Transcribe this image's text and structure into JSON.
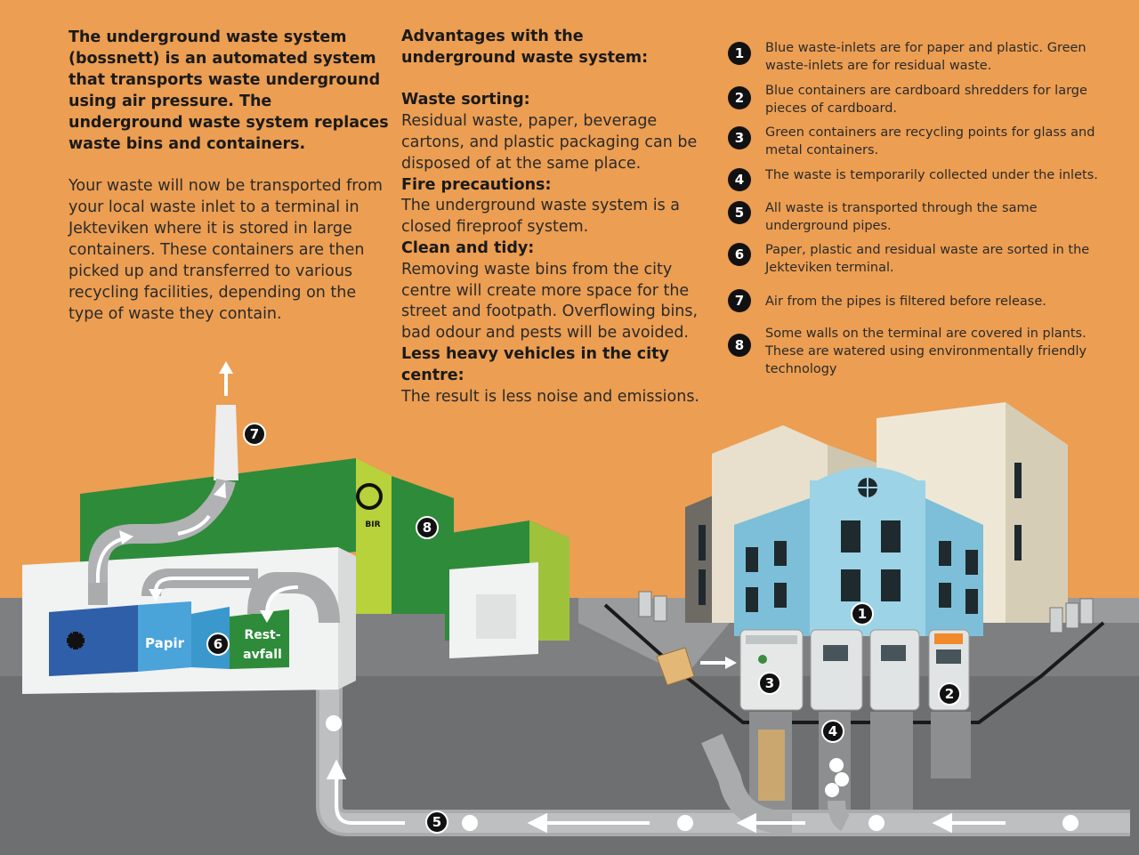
{
  "intro": {
    "heading": "The underground waste system (bossnett) is an automated system that transports waste underground using air pressure. The underground waste system replaces waste bins and containers.",
    "body": "Your waste will now be transported from your local waste inlet to a terminal in Jekteviken where it is stored in large containers. These containers are then picked up and transferred to various recycling facilities, depending on the type of waste they contain."
  },
  "advantages": {
    "title_line1": "Advantages with the",
    "title_line2": "underground waste system:",
    "sections": [
      {
        "heading": "Waste sorting:",
        "text": "Residual waste, paper, beverage cartons, and plastic packaging can be disposed of at the same place."
      },
      {
        "heading": "Fire precautions:",
        "text": "The underground waste system is a closed fireproof system."
      },
      {
        "heading": "Clean and tidy:",
        "text": "Removing waste bins from the city centre will create more space for the street and footpath. Overflowing bins, bad odour and pests will be avoided."
      },
      {
        "heading": "Less heavy vehicles in the city centre:",
        "text": "The result is less noise and emissions."
      }
    ]
  },
  "legend": [
    {
      "num": "1",
      "text": "Blue waste-inlets are for paper and plastic. Green waste-inlets are for residual waste."
    },
    {
      "num": "2",
      "text": "Blue containers are cardboard shredders for large pieces of cardboard."
    },
    {
      "num": "3",
      "text": "Green containers are recycling points for glass and metal containers."
    },
    {
      "num": "4",
      "text": "The waste is temporarily collected under the inlets."
    },
    {
      "num": "5",
      "text": "All waste is transported through the same underground pipes."
    },
    {
      "num": "6",
      "text": "Paper, plastic and residual waste are sorted in the Jekteviken terminal."
    },
    {
      "num": "7",
      "text": "Air from the pipes is filtered before release."
    },
    {
      "num": "8",
      "text": "Some walls on the terminal are covered in plants. These are watered using environmentally friendly technology"
    }
  ],
  "scene": {
    "container_papir": "Papir",
    "container_rest_line1": "Rest-",
    "container_rest_line2": "avfall",
    "logo_text": "BIR",
    "badges": [
      "1",
      "2",
      "3",
      "4",
      "5",
      "6",
      "7",
      "8"
    ]
  }
}
